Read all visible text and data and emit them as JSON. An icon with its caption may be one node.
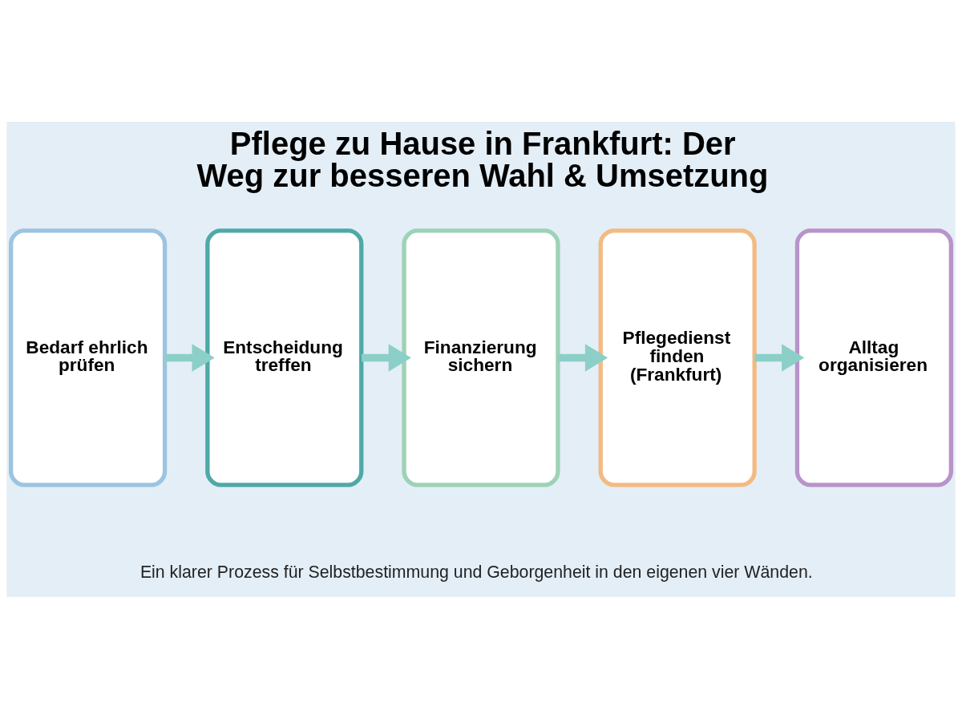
{
  "diagram": {
    "title": "Pflege zu Hause in Frankfurt: Der Weg zur besseren Wahl & Umsetzung",
    "caption": "Ein klarer Prozess für Selbstbestimmung und Geborgenheit in den eigenen vier Wänden.",
    "nodes": [
      {
        "text": [
          "Bedarf ehrlich prüfen"
        ]
      },
      {
        "text": [
          "Entscheidung treffen"
        ]
      },
      {
        "text": [
          "Finanzierung sichern"
        ]
      },
      {
        "text": [
          "Pflegedienst finden (Frankfurt)"
        ]
      },
      {
        "text": [
          "Alltag organisieren"
        ]
      }
    ],
    "edges": [
      {
        "from": 0,
        "to": 1,
        "arrow": "to"
      },
      {
        "from": 1,
        "to": 2,
        "arrow": "to"
      },
      {
        "from": 2,
        "to": 3,
        "arrow": "to"
      },
      {
        "from": 3,
        "to": 4,
        "arrow": "to"
      }
    ]
  }
}
